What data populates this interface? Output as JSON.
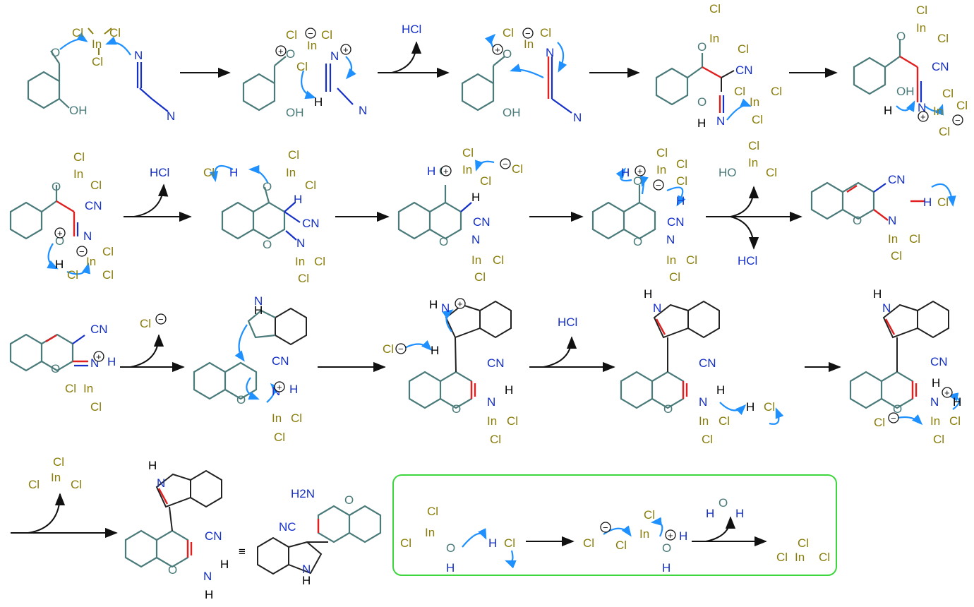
{
  "labels": {
    "cl": "Cl",
    "in": "In",
    "o": "O",
    "oh": "OH",
    "n": "N",
    "cn": "CN",
    "nc": "NC",
    "h": "H",
    "hcl": "HCl",
    "ho": "HO",
    "h2n": "H2N",
    "equiv": "≡",
    "plus": "+",
    "minus": "−"
  },
  "colors": {
    "ring": "#4a7a7a",
    "metal_halogen": "#8a7d0a",
    "nitrogen": "#1530c8",
    "new_bond": "#e02020",
    "curly_arrow": "#1e90ff",
    "box": "#3ed63e"
  }
}
